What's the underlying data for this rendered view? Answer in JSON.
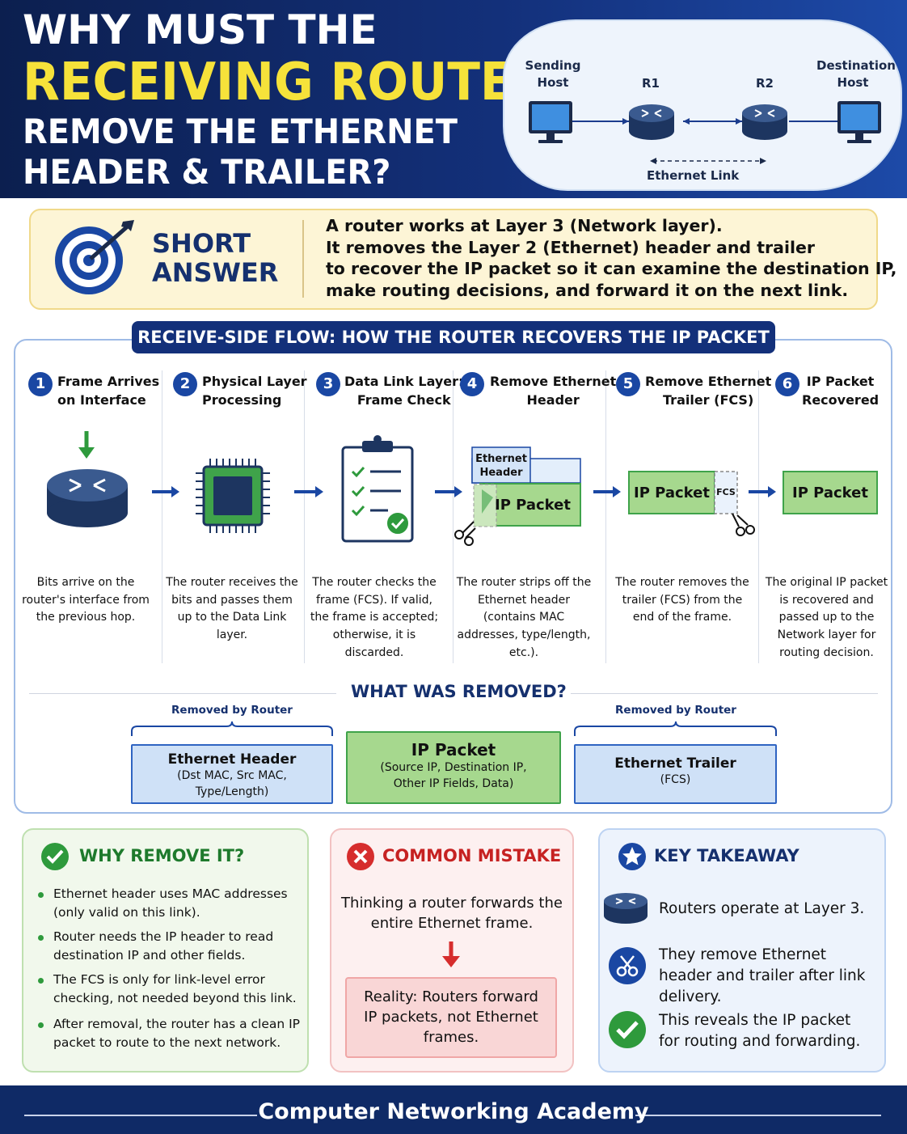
{
  "header": {
    "line1": "WHY MUST THE",
    "line2": "RECEIVING ROUTER",
    "line3": "REMOVE THE ETHERNET",
    "line4": "HEADER & TRAILER?",
    "topology": {
      "sending_host": "Sending Host",
      "r1": "R1",
      "r2": "R2",
      "destination_host": "Destination Host",
      "link": "Ethernet Link"
    }
  },
  "short_answer": {
    "title_line1": "SHORT",
    "title_line2": "ANSWER",
    "lines": [
      "A router works at Layer 3 (Network layer).",
      "It removes the Layer 2 (Ethernet) header and trailer",
      "to recover the IP packet so it can examine the destination IP,",
      "make routing decisions, and forward it on the next link."
    ]
  },
  "flow": {
    "banner": "RECEIVE-SIDE FLOW: HOW THE ROUTER RECOVERS THE IP PACKET",
    "steps": [
      {
        "num": "1",
        "title1": "Frame Arrives",
        "title2": "on Interface",
        "desc": "Bits arrive on the router's interface from the previous hop."
      },
      {
        "num": "2",
        "title1": "Physical Layer",
        "title2": "Processing",
        "desc": "The router receives the bits and passes them up to the Data Link layer."
      },
      {
        "num": "3",
        "title1": "Data Link Layer:",
        "title2": "Frame Check",
        "desc": "The router checks the frame (FCS). If valid, the frame is accepted; otherwise, it is discarded."
      },
      {
        "num": "4",
        "title1": "Remove Ethernet",
        "title2": "Header",
        "desc": "The router strips off the Ethernet header (contains MAC addresses, type/length, etc.)."
      },
      {
        "num": "5",
        "title1": "Remove Ethernet",
        "title2": "Trailer (FCS)",
        "desc": "The router removes the trailer (FCS) from the end of the frame."
      },
      {
        "num": "6",
        "title1": "IP Packet",
        "title2": "Recovered",
        "desc": "The original IP packet is recovered and passed up to the Network layer for routing decision."
      }
    ],
    "icons": {
      "eth_header_line1": "Ethernet",
      "eth_header_line2": "Header",
      "ip_packet": "IP Packet",
      "fcs": "FCS"
    }
  },
  "removed": {
    "title": "WHAT WAS REMOVED?",
    "left_label": "Removed by Router",
    "right_label": "Removed by Router",
    "header_box": {
      "title": "Ethernet Header",
      "sub1": "(Dst MAC, Src MAC,",
      "sub2": "Type/Length)"
    },
    "packet_box": {
      "title": "IP Packet",
      "sub1": "(Source IP, Destination IP,",
      "sub2": "Other IP Fields, Data)"
    },
    "trailer_box": {
      "title": "Ethernet Trailer",
      "sub1": "(FCS)"
    }
  },
  "why": {
    "title": "WHY REMOVE IT?",
    "bullets": [
      "Ethernet header uses MAC addresses (only valid on this link).",
      "Router needs the IP header to read destination IP and other fields.",
      "The FCS is only for link-level error checking, not needed beyond this link.",
      "After removal, the router has a clean IP packet to route to the next network."
    ]
  },
  "mistake": {
    "title": "COMMON MISTAKE",
    "text": "Thinking a router forwards the entire Ethernet frame.",
    "reality": "Reality: Routers forward IP packets, not Ethernet frames."
  },
  "takeaway": {
    "title": "KEY TAKEAWAY",
    "items": [
      "Routers operate at Layer 3.",
      "They remove Ethernet header and trailer after link delivery.",
      "This reveals the IP packet for routing and forwarding."
    ]
  },
  "footer": "Computer Networking Academy",
  "colors": {
    "navy": "#13307a",
    "yellow": "#f6e23a",
    "green": "#2e9a3c",
    "red": "#d62d2d",
    "blue_accent": "#1a47a3"
  }
}
